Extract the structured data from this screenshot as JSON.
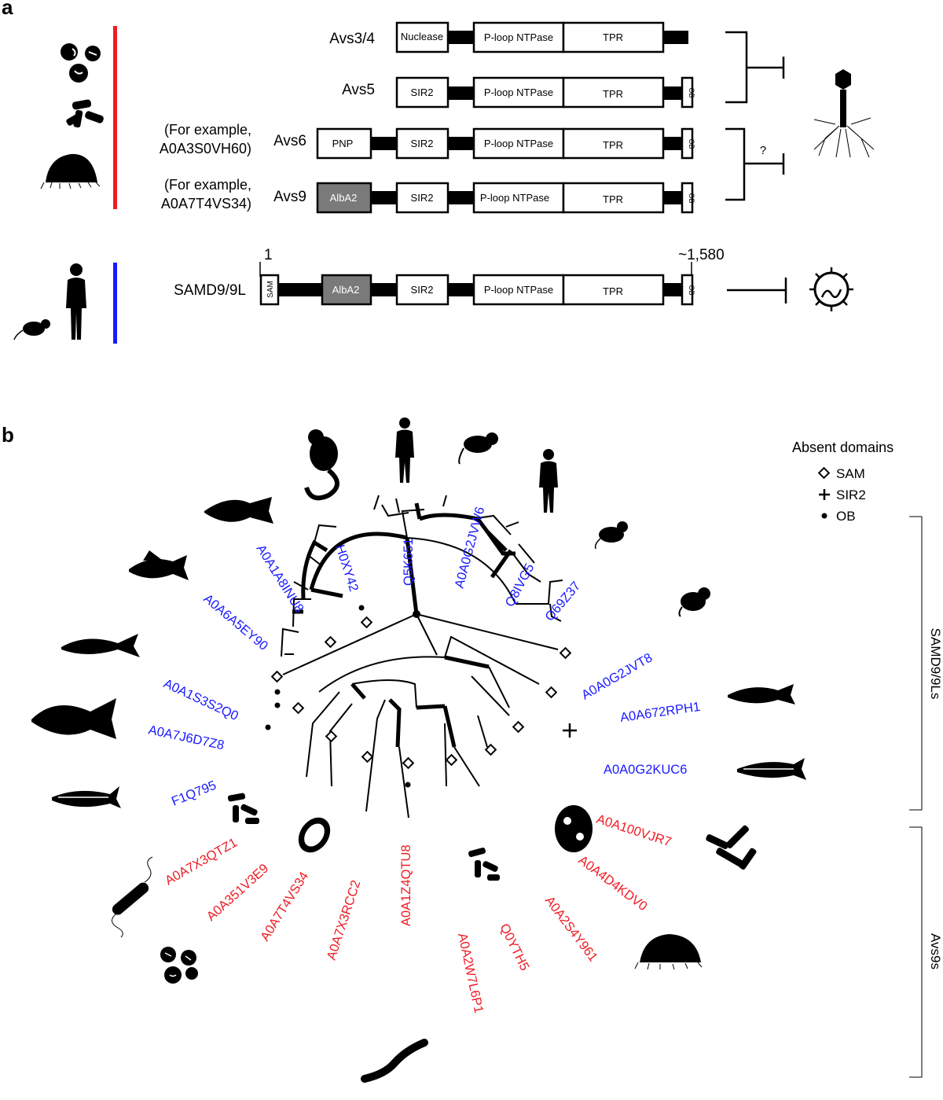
{
  "panel_a": {
    "letter": "a",
    "proteins": [
      {
        "name": "Avs3/4",
        "example": "",
        "domains": [
          "Nuclease",
          "P-loop NTPase",
          "TPR"
        ]
      },
      {
        "name": "Avs5",
        "example": "",
        "domains": [
          "SIR2",
          "P-loop NTPase",
          "TPR",
          "OB"
        ]
      },
      {
        "name": "Avs6",
        "example": "(For example,\nA0A3S0VH60)",
        "example_line1": "(For example,",
        "example_line2": "A0A3S0VH60)",
        "domains": [
          "PNP",
          "SIR2",
          "P-loop NTPase",
          "TPR",
          "OB"
        ]
      },
      {
        "name": "Avs9",
        "example_line1": "(For example,",
        "example_line2": "A0A7T4VS34)",
        "domains": [
          "AlbA2",
          "SIR2",
          "P-loop NTPase",
          "TPR",
          "OB"
        ]
      },
      {
        "name": "SAMD9/9L",
        "domains": [
          "SAM",
          "AlbA2",
          "SIR2",
          "P-loop NTPase",
          "TPR",
          "OB"
        ]
      }
    ],
    "scale_start": "1",
    "scale_end": "~1,580",
    "question_mark": "?",
    "labels": {
      "nuclease": "Nuclease",
      "ploop": "P-loop NTPase",
      "tpr": "TPR",
      "sir2": "SIR2",
      "ob": "OB",
      "pnp": "PNP",
      "alba2": "AlbA2",
      "sam": "SAM"
    },
    "colors": {
      "prokaryote_bar": "#ee1c25",
      "eukaryote_bar": "#1a1aff",
      "alba2_fill": "#7a7a7a"
    }
  },
  "panel_b": {
    "letter": "b",
    "legend": {
      "title": "Absent domains",
      "items": [
        {
          "symbol": "diamond",
          "label": "SAM"
        },
        {
          "symbol": "plus",
          "label": "SIR2"
        },
        {
          "symbol": "dot",
          "label": "OB"
        }
      ]
    },
    "groups": [
      {
        "label": "SAMD9/9Ls",
        "color": "#1a1aff"
      },
      {
        "label": "Avs9s",
        "color": "#ee1c25"
      }
    ],
    "leaves": [
      {
        "id": "F1Q795",
        "group": "SAMD9/9Ls"
      },
      {
        "id": "A0A7J6D7Z8",
        "group": "SAMD9/9Ls"
      },
      {
        "id": "A0A1S3S2Q0",
        "group": "SAMD9/9Ls"
      },
      {
        "id": "A0A6A5EY90",
        "group": "SAMD9/9Ls"
      },
      {
        "id": "A0A1A8INU8",
        "group": "SAMD9/9Ls"
      },
      {
        "id": "H0XY42",
        "group": "SAMD9/9Ls"
      },
      {
        "id": "Q5K651",
        "group": "SAMD9/9Ls"
      },
      {
        "id": "A0A0G2JVW6",
        "group": "SAMD9/9Ls"
      },
      {
        "id": "Q8IVG5",
        "group": "SAMD9/9Ls"
      },
      {
        "id": "Q69Z37",
        "group": "SAMD9/9Ls"
      },
      {
        "id": "A0A0G2JVT8",
        "group": "SAMD9/9Ls"
      },
      {
        "id": "A0A672RPH1",
        "group": "SAMD9/9Ls"
      },
      {
        "id": "A0A0G2KUC6",
        "group": "SAMD9/9Ls"
      },
      {
        "id": "A0A100VJR7",
        "group": "Avs9s"
      },
      {
        "id": "A0A4D4KDV0",
        "group": "Avs9s"
      },
      {
        "id": "A0A2S4Y961",
        "group": "Avs9s"
      },
      {
        "id": "Q0YTH5",
        "group": "Avs9s"
      },
      {
        "id": "A0A2W7L6P1",
        "group": "Avs9s"
      },
      {
        "id": "A0A1Z4QTU8",
        "group": "Avs9s"
      },
      {
        "id": "A0A7X3RCC2",
        "group": "Avs9s"
      },
      {
        "id": "A0A7T4VS34",
        "group": "Avs9s"
      },
      {
        "id": "A0A351V3E9",
        "group": "Avs9s"
      },
      {
        "id": "A0A7X3QTZ1",
        "group": "Avs9s"
      }
    ]
  }
}
